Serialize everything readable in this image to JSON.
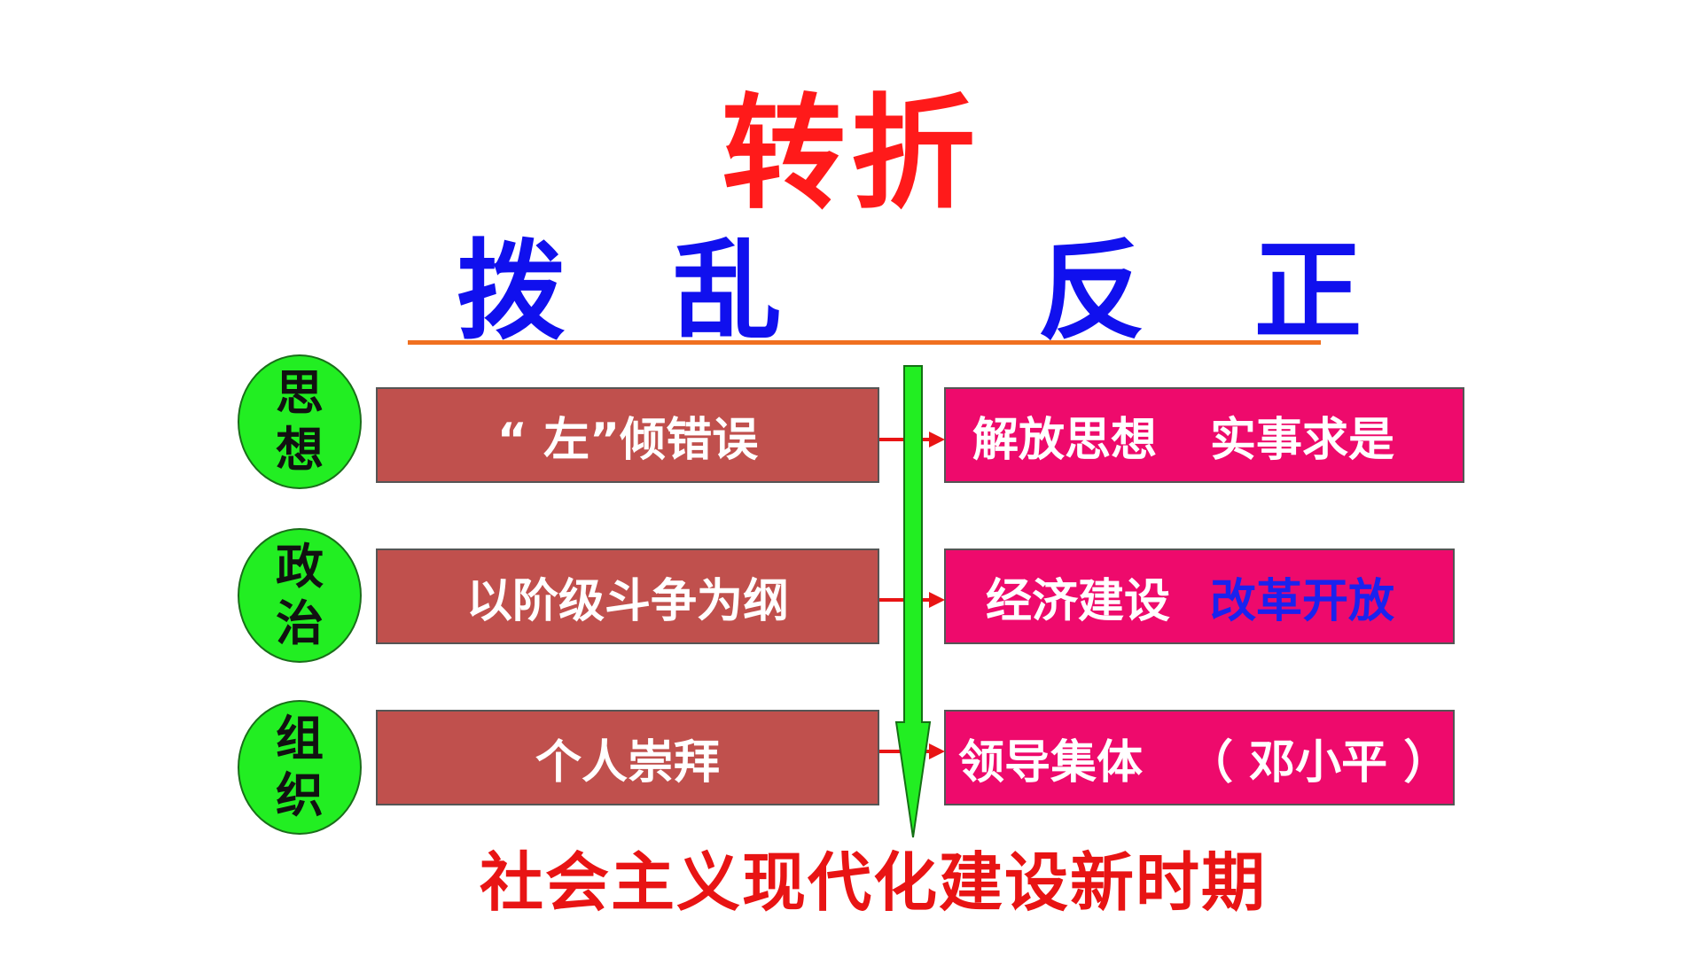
{
  "title": "转折",
  "heading": {
    "left": "拨 乱",
    "right": "反 正"
  },
  "rows": [
    {
      "category": "思想",
      "before": "“ 左”倾错误",
      "after_a": "解放思想",
      "after_b": "实事求是"
    },
    {
      "category": "政治",
      "before": "以阶级斗争为纲",
      "after_a": "经济建设",
      "after_b": "改革开放"
    },
    {
      "category": "组织",
      "before": "个人崇拜",
      "after_a": "领导集体",
      "after_b": "（ 邓小平 ）"
    }
  ],
  "conclusion": "社会主义现代化建设新时期",
  "colors": {
    "title": "#ff1a1a",
    "heading": "#1010ee",
    "circle": "#22ee22",
    "before_box": "#c0504d",
    "after_box": "#ee0a6c",
    "main_arrow": "#22ee22",
    "small_arrows": "#e81414",
    "underline": "#f07020",
    "conclusion": "#e81414"
  }
}
